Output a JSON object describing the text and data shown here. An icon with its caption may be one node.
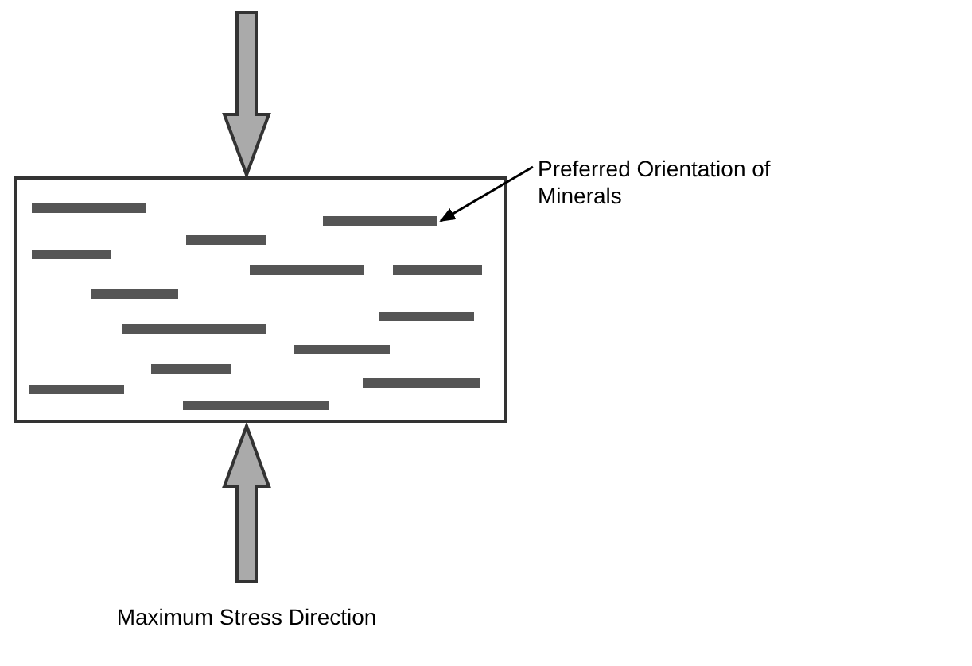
{
  "diagram": {
    "caption": "Maximum Stress Direction",
    "nodes": [
      {
        "text": [
          "Preferred Orientation of Minerals"
        ]
      },
      {
        "text": [],
        "shape": "bar"
      }
    ],
    "edges": [
      {
        "from": 0,
        "to": 1,
        "arrow": "to"
      }
    ]
  }
}
